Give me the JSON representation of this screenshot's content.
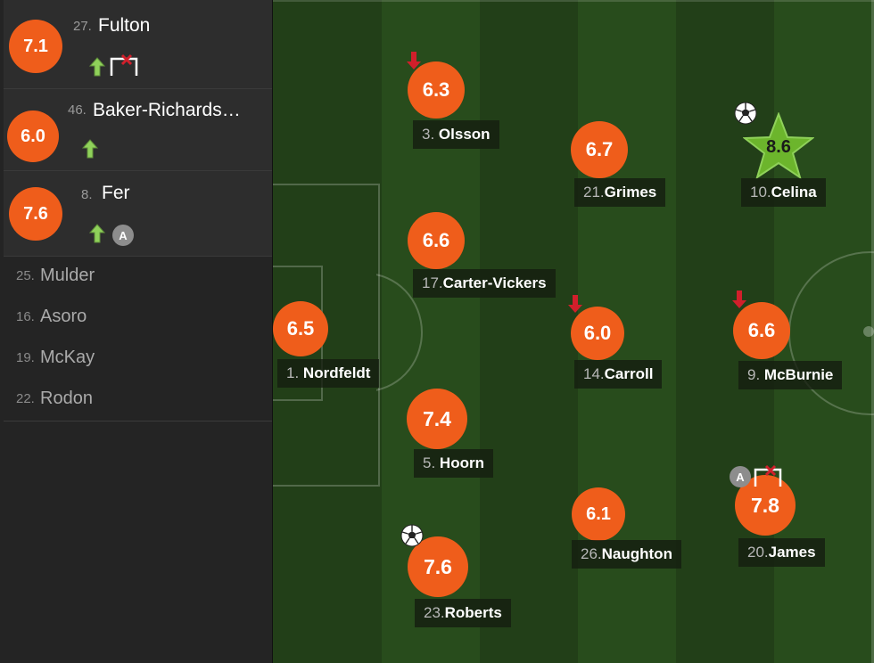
{
  "substitutes_used": [
    {
      "rating": "7.1",
      "number": "27.",
      "name": "Fulton",
      "icons": [
        "arrow-up-icon",
        "missed-goal-icon"
      ]
    },
    {
      "rating": "6.0",
      "number": "46.",
      "name": "Baker-Richards…",
      "icons": [
        "arrow-up-icon"
      ]
    },
    {
      "rating": "7.6",
      "number": "8.",
      "name": "Fer",
      "icons": [
        "arrow-up-icon",
        "assist-icon"
      ],
      "assist_label": "A"
    }
  ],
  "bench": [
    {
      "number": "25.",
      "name": "Mulder"
    },
    {
      "number": "16.",
      "name": "Asoro"
    },
    {
      "number": "19.",
      "name": "McKay"
    },
    {
      "number": "22.",
      "name": "Rodon"
    }
  ],
  "lineup": [
    {
      "rating": "6.5",
      "number": "1.",
      "name": "Nordfeldt",
      "icons": []
    },
    {
      "rating": "6.3",
      "number": "3.",
      "name": "Olsson",
      "icons": [
        "arrow-down-icon"
      ]
    },
    {
      "rating": "6.6",
      "number": "17.",
      "name": "Carter-Vickers",
      "icons": []
    },
    {
      "rating": "7.4",
      "number": "5.",
      "name": "Hoorn",
      "icons": []
    },
    {
      "rating": "7.6",
      "number": "23.",
      "name": "Roberts",
      "icons": [
        "ball-icon"
      ]
    },
    {
      "rating": "6.7",
      "number": "21.",
      "name": "Grimes",
      "icons": []
    },
    {
      "rating": "6.0",
      "number": "14.",
      "name": "Carroll",
      "icons": [
        "arrow-down-icon"
      ]
    },
    {
      "rating": "6.1",
      "number": "26.",
      "name": "Naughton",
      "icons": []
    },
    {
      "rating": "8.6",
      "number": "10.",
      "name": "Celina",
      "icons": [
        "ball-icon",
        "star-icon"
      ]
    },
    {
      "rating": "6.6",
      "number": "9.",
      "name": "McBurnie",
      "icons": [
        "arrow-down-icon"
      ]
    },
    {
      "rating": "7.8",
      "number": "20.",
      "name": "James",
      "icons": [
        "assist-icon",
        "missed-goal-icon"
      ],
      "assist_label": "A"
    }
  ],
  "colors": {
    "rating_orange": "#ef5d1b",
    "motm_green": "#6cb52c",
    "sub_in_green": "#8fd15a",
    "sub_out_red": "#d11f2b",
    "pitch_dark": "#1f3a16",
    "pitch_light": "#264a1b"
  }
}
